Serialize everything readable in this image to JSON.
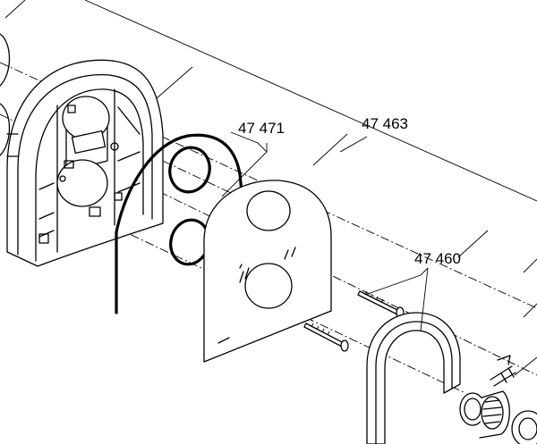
{
  "callouts": {
    "seal_part": "47 471",
    "kit_part": "47 463",
    "cover_part": "47 460"
  }
}
